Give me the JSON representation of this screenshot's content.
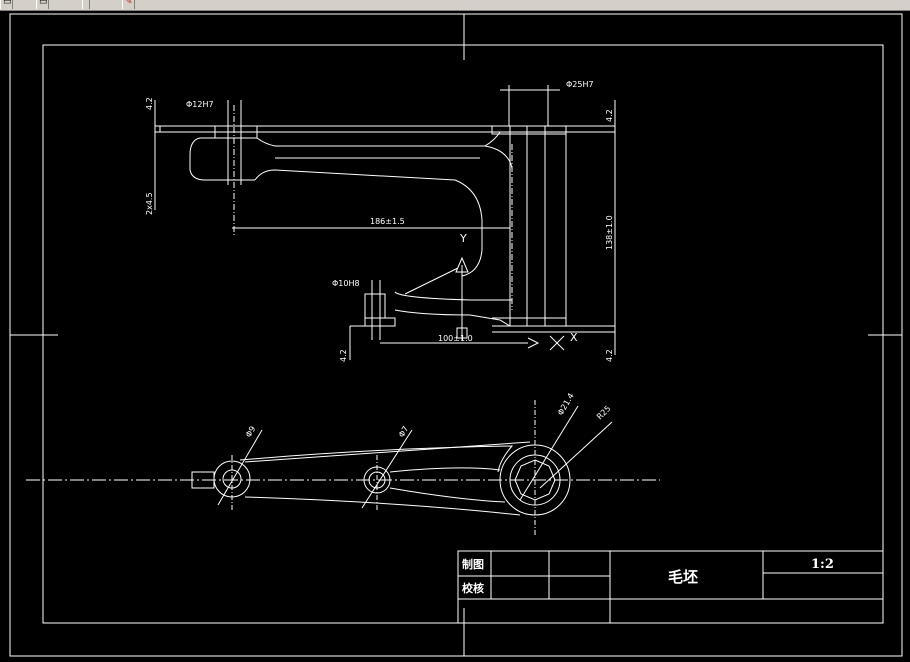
{
  "toolbar": {
    "buttons": [
      {
        "name": "new-file-button",
        "icon": "document-icon",
        "glyph": "▭"
      },
      {
        "name": "open-file-button",
        "icon": "folder-icon",
        "glyph": "▭"
      },
      {
        "name": "separator-button",
        "icon": "divider-icon",
        "glyph": ""
      },
      {
        "name": "draw-tool-button",
        "icon": "pencil-icon",
        "glyph": "✎"
      }
    ]
  },
  "colors": {
    "background": "#000000",
    "lines": "#ffffff",
    "toolbar": "#d4d0c8",
    "accent": "#cc2222"
  },
  "drawing": {
    "top_view": {
      "dim_left_top": "4.2",
      "dim_left_bottom": "2x4.5",
      "dim_bore_left": "Φ12H7",
      "dim_bore_right": "Φ25H7",
      "dim_length_main": "186±1.5",
      "dim_height_right": "138±1.0",
      "dim_right_top": "4.2",
      "dim_right_bottom": "4.2",
      "dim_bore_lower": "Φ10H8",
      "dim_lower_left": "4.2",
      "dim_lower_length": "100±1.0",
      "label_y": "Y",
      "label_x": "X"
    },
    "front_view": {
      "dim_hole_left": "Φ9",
      "dim_hole_mid": "Φ7",
      "dim_hole_right": "Φ21.4",
      "dim_radius_right": "R25"
    }
  },
  "title_block": {
    "drawn_label": "制图",
    "checked_label": "校核",
    "part_name": "毛坯",
    "scale": "1:2"
  }
}
